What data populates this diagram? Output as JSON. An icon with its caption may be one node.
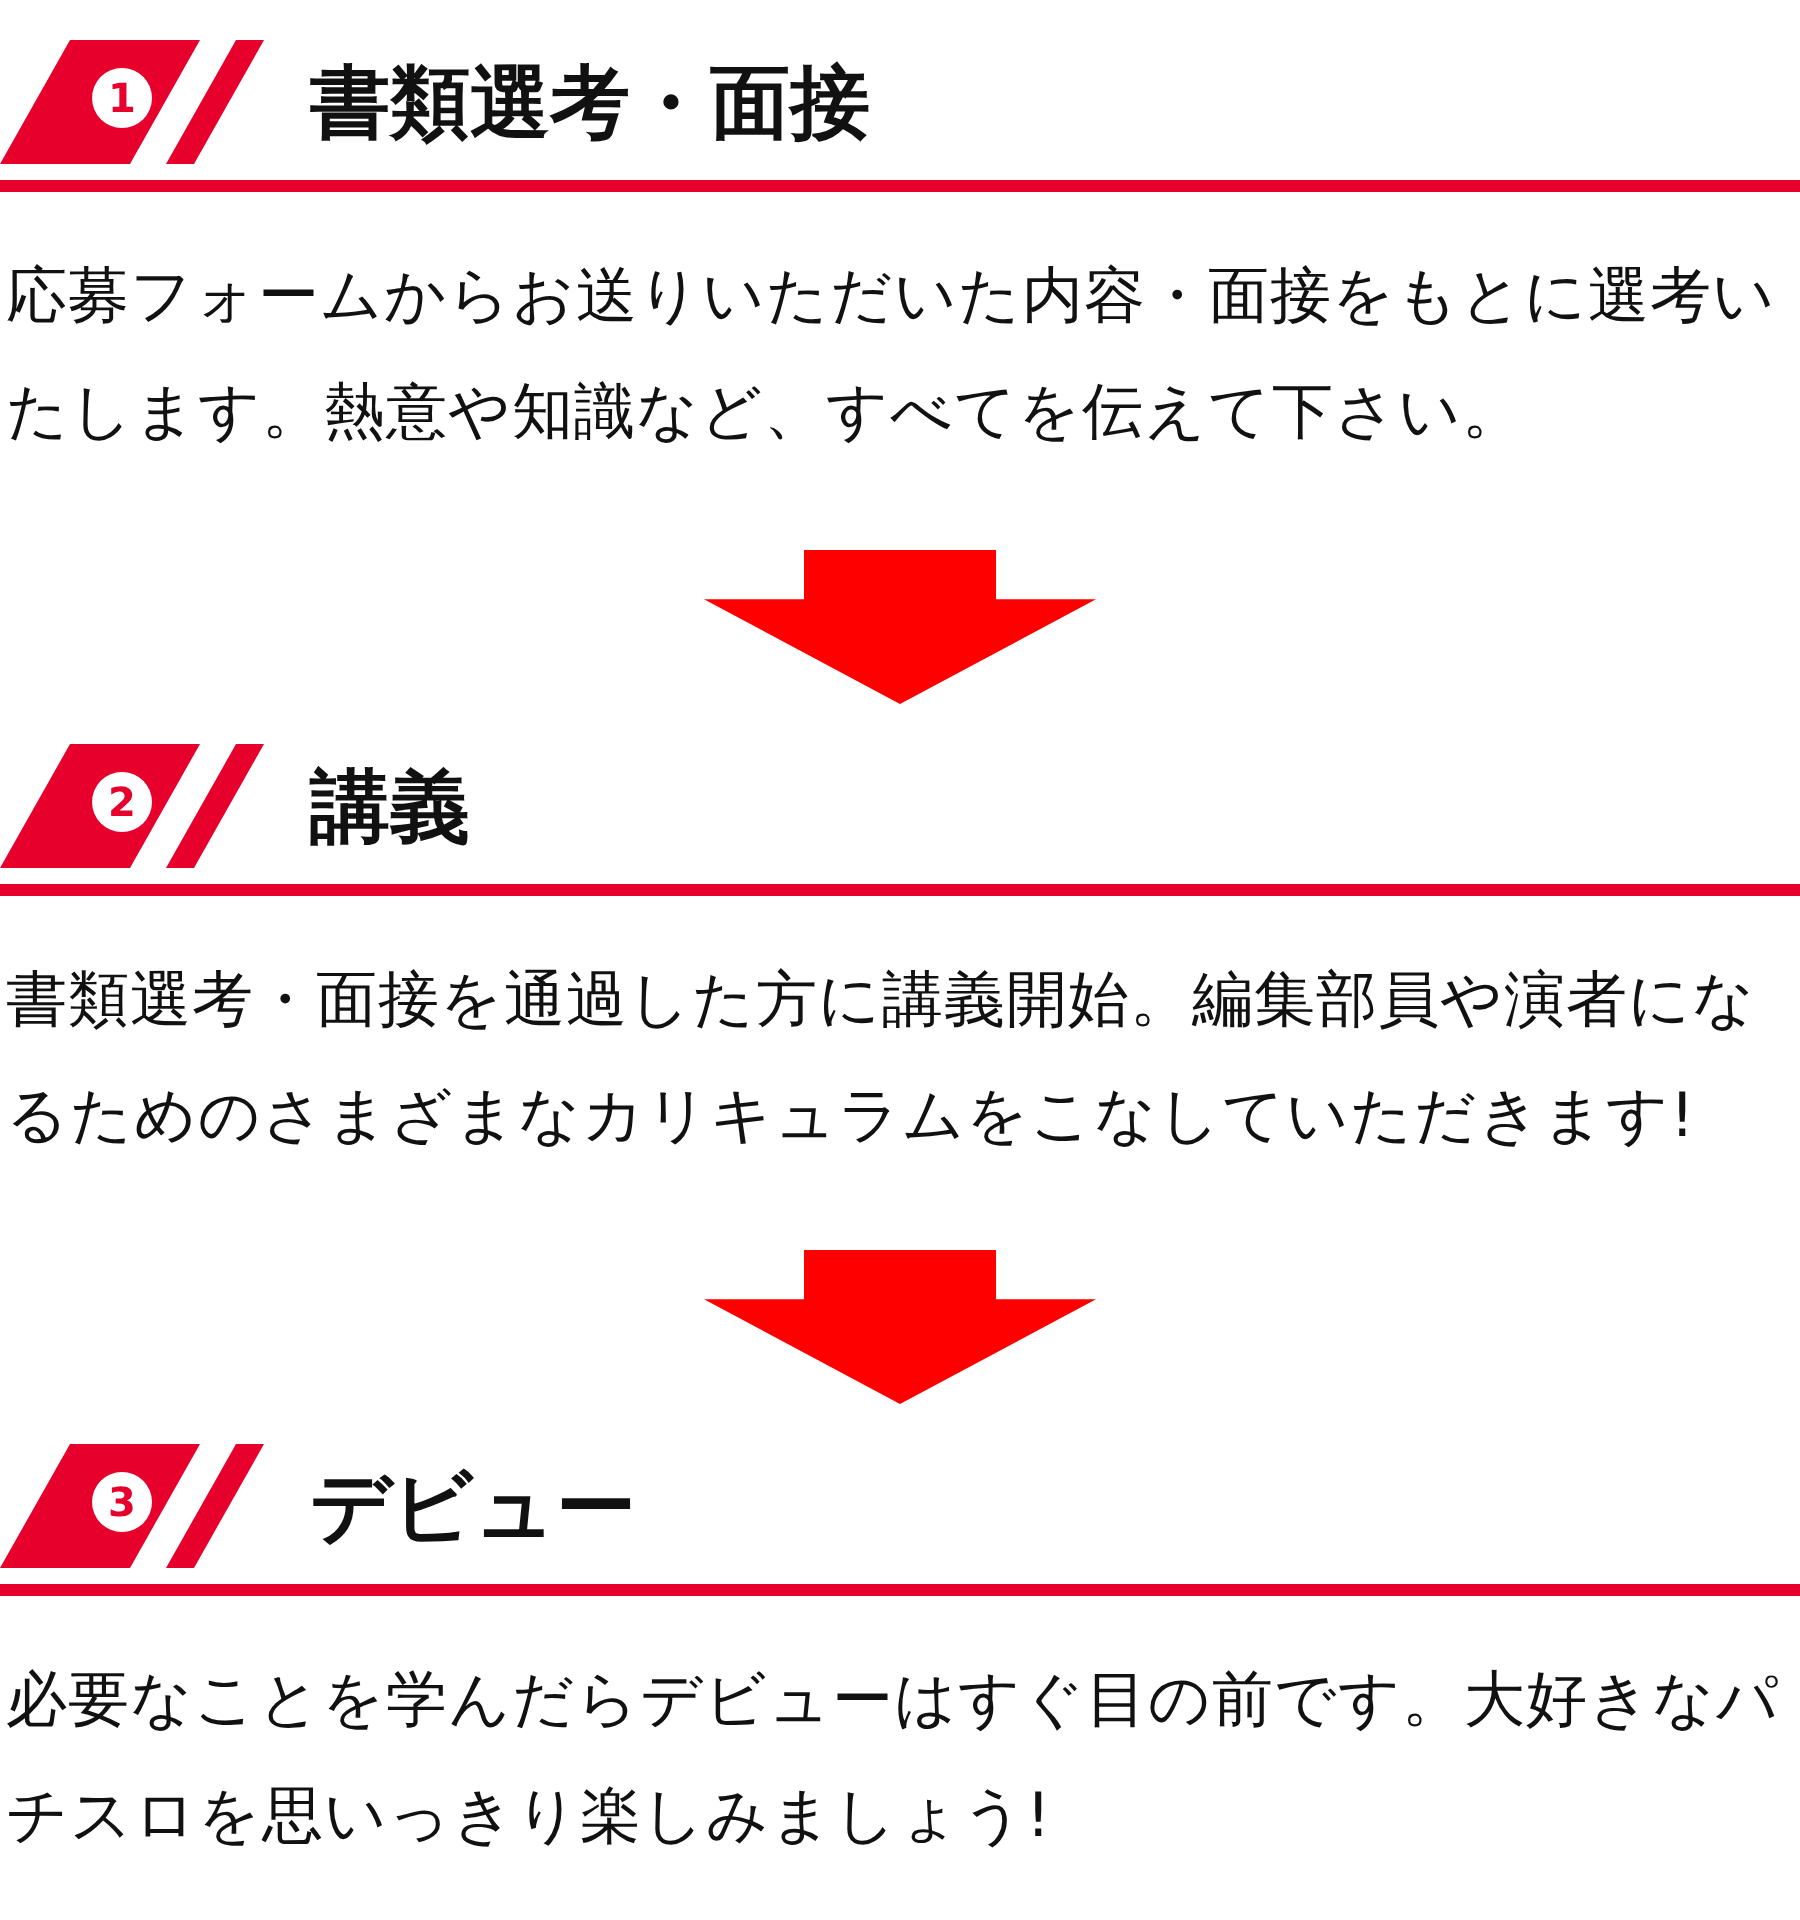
{
  "diagram": {
    "nodes": [
      {
        "text": [
          "1",
          "書類選考・面接",
          "応募フォームからお送りいただいた内容・面接をもとに選考いたします。熱意や知識など、すべてを伝えて下さい。"
        ]
      },
      {
        "text": [
          "2",
          "講義",
          "書類選考・面接を通過した方に講義開始。編集部員や演者になるためのさまざまなカリキュラムをこなしていただきます!"
        ]
      },
      {
        "text": [
          "3",
          "デビュー",
          "必要なことを学んだらデビューはすぐ目の前です。大好きなパチスロを思いっきり楽しみましょう!"
        ]
      }
    ],
    "edges": [
      {
        "from": 0,
        "to": 1,
        "arrow": "to",
        "color": "#ff0000"
      },
      {
        "from": 1,
        "to": 2,
        "arrow": "to",
        "color": "#ff0000"
      }
    ]
  }
}
